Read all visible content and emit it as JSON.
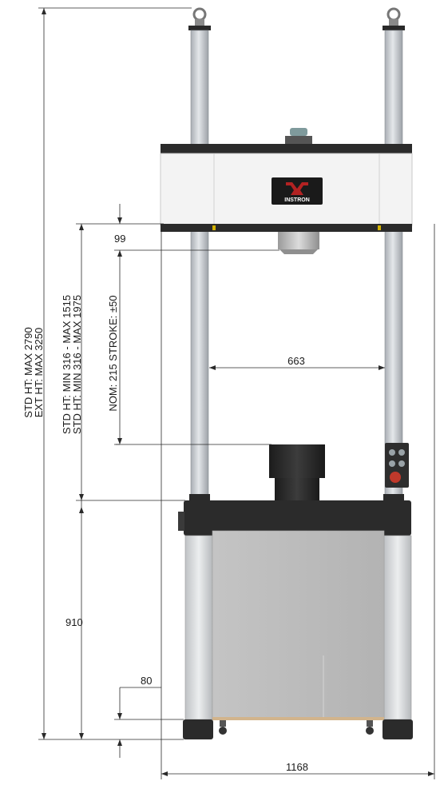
{
  "diagram": {
    "logo_text": "INSTRON",
    "dimensions": {
      "overall_height": [
        "STD HT: MAX 2790",
        "EXT HT: MAX 3250"
      ],
      "daylight": [
        "STD HT: MIN 316 - MAX 1515",
        "STD HT: MIN 316 - MAX 1975"
      ],
      "stroke": "NOM: 215 STROKE: ±50",
      "crosshead_offset": "99",
      "column_spacing": "663",
      "table_height": "910",
      "foot_height": "80",
      "overall_width": "1168"
    }
  },
  "colors": {
    "line": "#2a2a2a",
    "column": "#c8ccd0",
    "crosshead": "#f2f2f2",
    "base": "#2b2b2b",
    "cabinet": "#bdbdbd",
    "panel": "#2e2e2e",
    "logo_red": "#b22222"
  }
}
